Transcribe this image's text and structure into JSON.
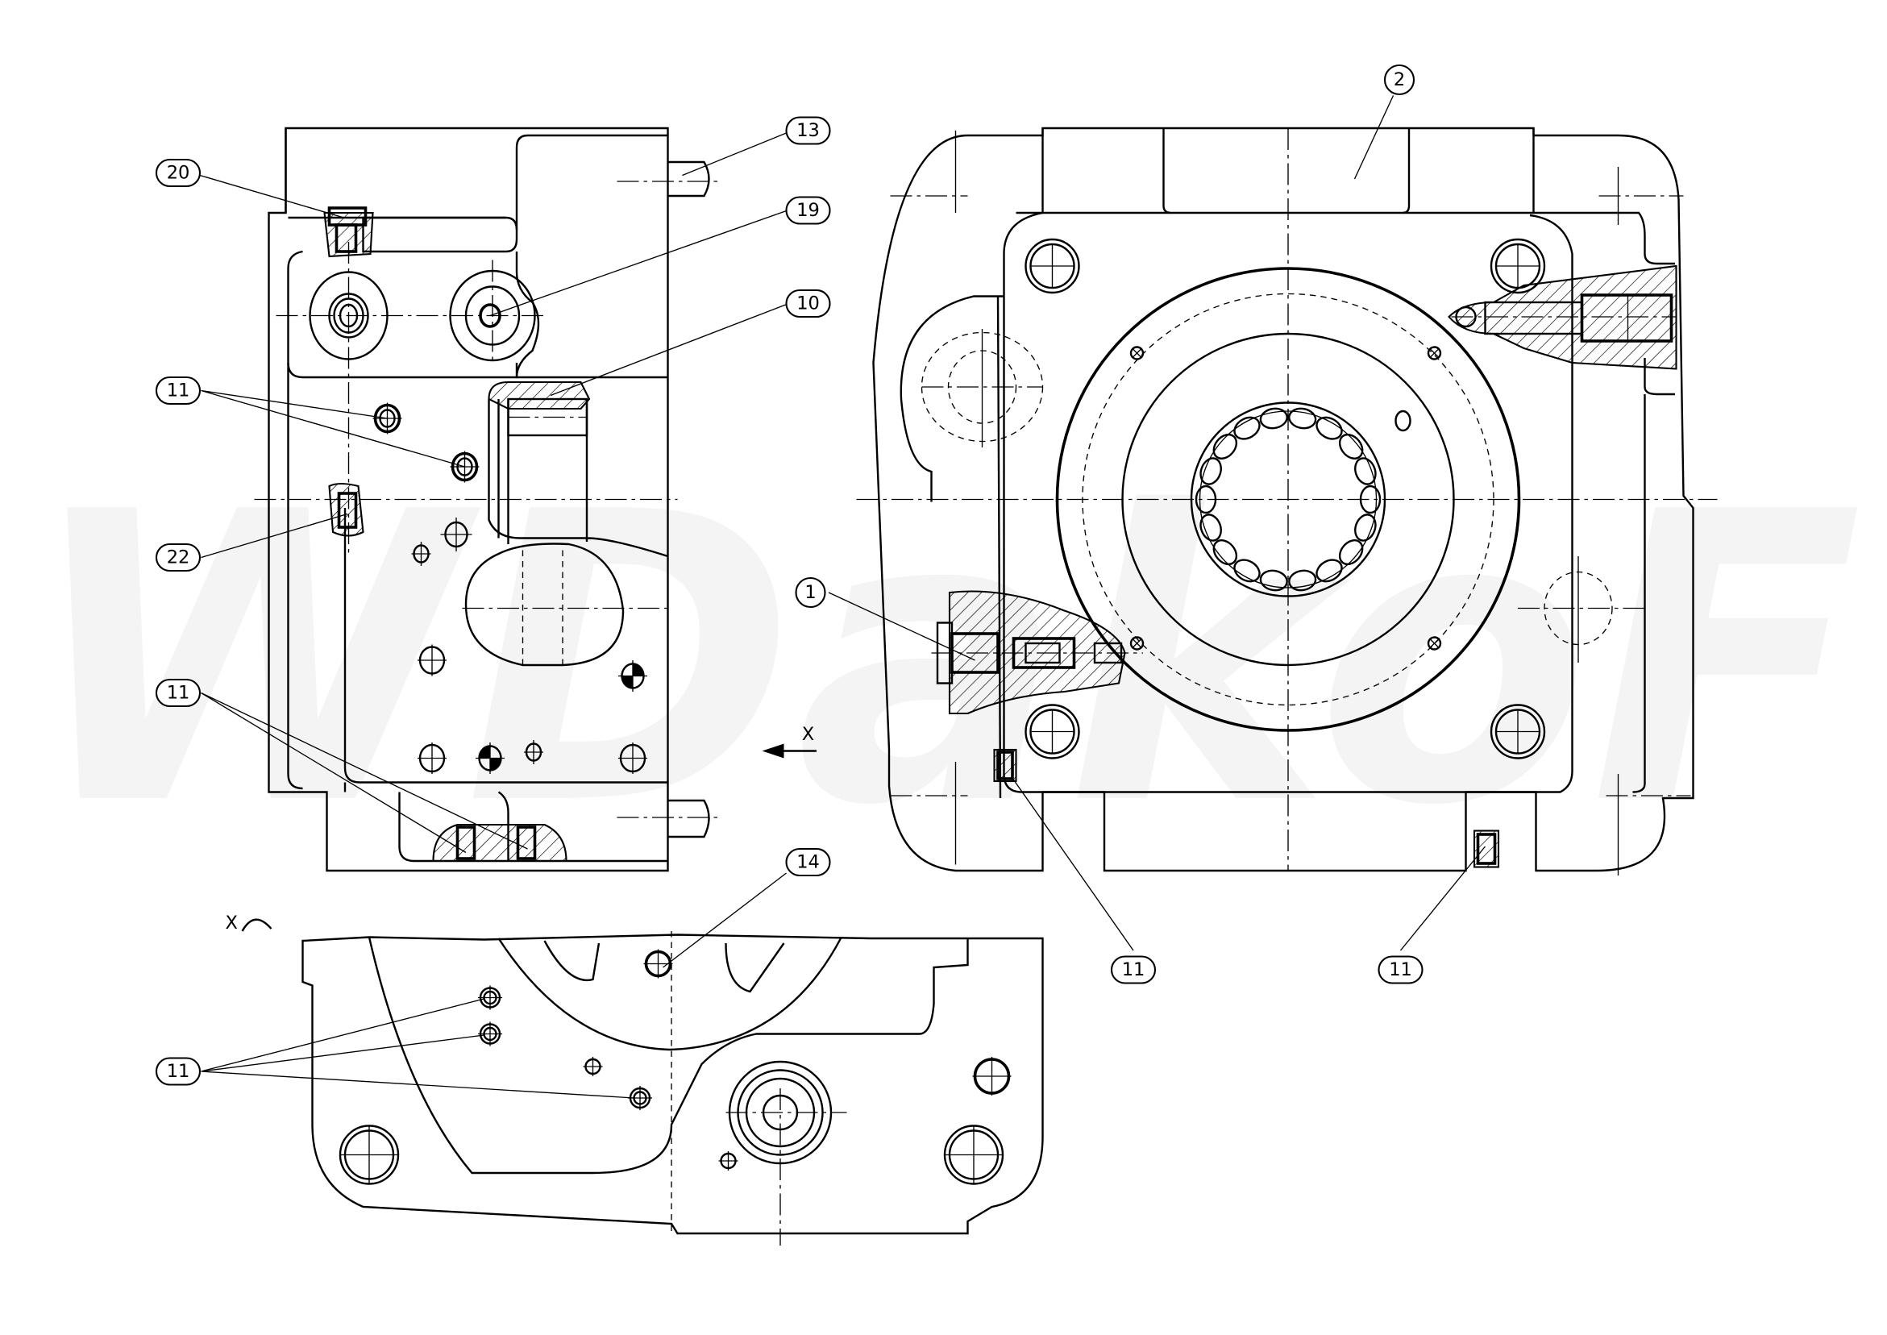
{
  "watermark": "WDakoF",
  "view_marker": {
    "arrow_label": "X",
    "rotated_view_label": "X"
  },
  "balloons": {
    "b20": "20",
    "b13": "13",
    "b19": "19",
    "b10": "10",
    "b11_top": "11",
    "b22": "22",
    "b11_left_bottom": "11",
    "b2": "2",
    "b1": "1",
    "b11_right_a": "11",
    "b11_right_b": "11",
    "b14": "14",
    "b11_bottom_view": "11"
  }
}
